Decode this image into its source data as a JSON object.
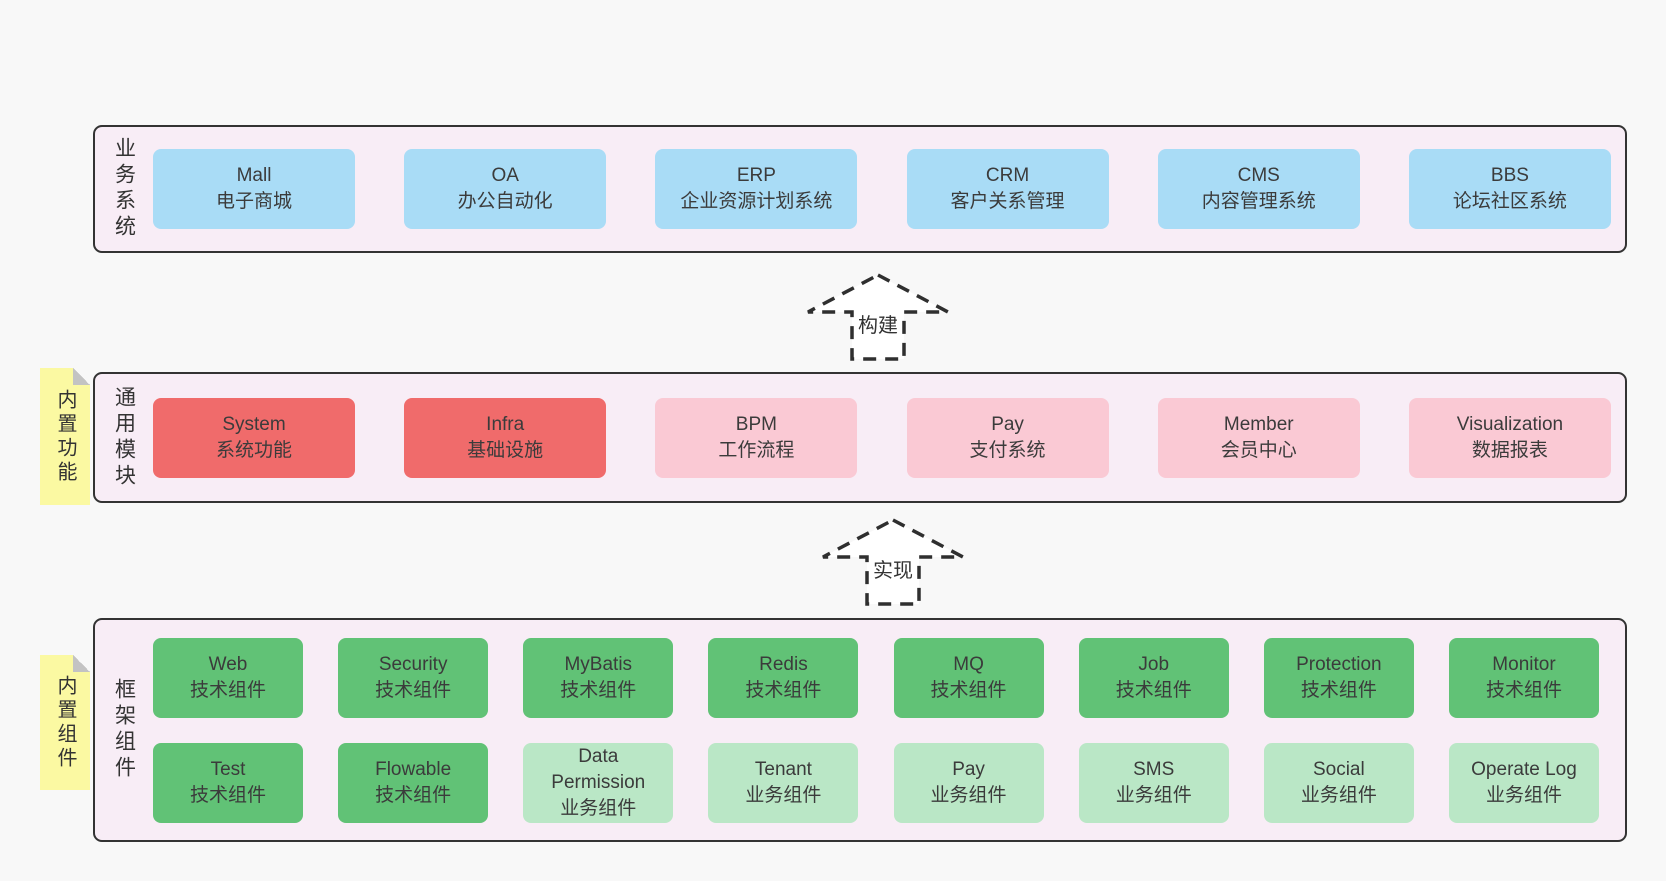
{
  "palette": {
    "page_background": "#f8f8f8",
    "band_background": "#f8edf6",
    "band_border": "#333333",
    "blue": "#a9dcf6",
    "red": "#f06b6b",
    "pink": "#fac9d4",
    "green": "#61c276",
    "light_green": "#bae7c6",
    "note_yellow": "#fbf9a2",
    "note_fold_gray": "#c3c3c3",
    "text": "#3b3b3b"
  },
  "arrows": [
    {
      "label": "构建"
    },
    {
      "label": "实现"
    }
  ],
  "layers": [
    {
      "label": "业务系统",
      "boxes": [
        {
          "title": "Mall",
          "subtitle": "电子商城",
          "color": "blue"
        },
        {
          "title": "OA",
          "subtitle": "办公自动化",
          "color": "blue"
        },
        {
          "title": "ERP",
          "subtitle": "企业资源计划系统",
          "color": "blue"
        },
        {
          "title": "CRM",
          "subtitle": "客户关系管理",
          "color": "blue"
        },
        {
          "title": "CMS",
          "subtitle": "内容管理系统",
          "color": "blue"
        },
        {
          "title": "BBS",
          "subtitle": "论坛社区系统",
          "color": "blue"
        }
      ]
    },
    {
      "label": "通用模块",
      "note": "内置功能",
      "boxes": [
        {
          "title": "System",
          "subtitle": "系统功能",
          "color": "red"
        },
        {
          "title": "Infra",
          "subtitle": "基础设施",
          "color": "red"
        },
        {
          "title": "BPM",
          "subtitle": "工作流程",
          "color": "pink"
        },
        {
          "title": "Pay",
          "subtitle": "支付系统",
          "color": "pink"
        },
        {
          "title": "Member",
          "subtitle": "会员中心",
          "color": "pink"
        },
        {
          "title": "Visualization",
          "subtitle": "数据报表",
          "color": "pink"
        }
      ]
    },
    {
      "label": "框架组件",
      "note": "内置组件",
      "rows": [
        [
          {
            "title": "Web",
            "subtitle": "技术组件",
            "color": "green"
          },
          {
            "title": "Security",
            "subtitle": "技术组件",
            "color": "green"
          },
          {
            "title": "MyBatis",
            "subtitle": "技术组件",
            "color": "green"
          },
          {
            "title": "Redis",
            "subtitle": "技术组件",
            "color": "green"
          },
          {
            "title": "MQ",
            "subtitle": "技术组件",
            "color": "green"
          },
          {
            "title": "Job",
            "subtitle": "技术组件",
            "color": "green"
          },
          {
            "title": "Protection",
            "subtitle": "技术组件",
            "color": "green"
          },
          {
            "title": "Monitor",
            "subtitle": "技术组件",
            "color": "green"
          }
        ],
        [
          {
            "title": "Test",
            "subtitle": "技术组件",
            "color": "green"
          },
          {
            "title": "Flowable",
            "subtitle": "技术组件",
            "color": "green"
          },
          {
            "title": "Data Permission",
            "subtitle": "业务组件",
            "color": "light_green"
          },
          {
            "title": "Tenant",
            "subtitle": "业务组件",
            "color": "light_green"
          },
          {
            "title": "Pay",
            "subtitle": "业务组件",
            "color": "light_green"
          },
          {
            "title": "SMS",
            "subtitle": "业务组件",
            "color": "light_green"
          },
          {
            "title": "Social",
            "subtitle": "业务组件",
            "color": "light_green"
          },
          {
            "title": "Operate Log",
            "subtitle": "业务组件",
            "color": "light_green"
          }
        ]
      ]
    }
  ]
}
